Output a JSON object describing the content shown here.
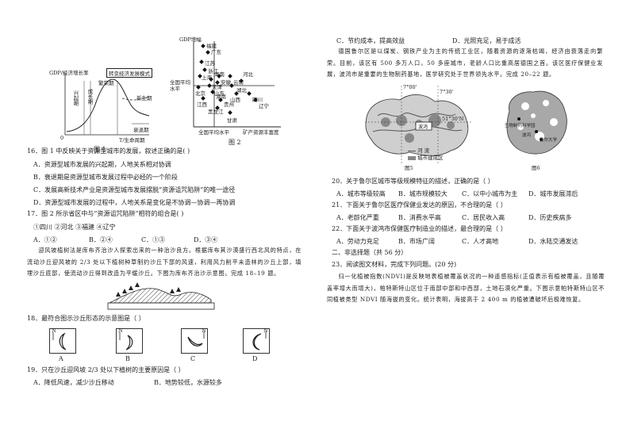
{
  "fig1": {
    "y_label": "GDP/经济增长率",
    "box_label": "转变经济发展模式",
    "stage_rise": "兴起期",
    "stage_grow": "成长期",
    "stage_peak": "繁荣期",
    "stage_new": "新生期",
    "stage_decline": "衰退期",
    "x_label": "T/生命周期",
    "origin": "0",
    "caption": "图 1"
  },
  "fig2": {
    "y_label": "GDP增幅",
    "x_avg": "全国平均水平",
    "x_label": "矿产资源丰富度",
    "y_avg": "全国平均水平",
    "provinces": [
      "福建",
      "广东",
      "江苏",
      "浙江",
      "上海",
      "天津",
      "北京",
      "山东",
      "海南",
      "安徽",
      "云南",
      "河北",
      "湖南",
      "江西",
      "辽宁",
      "四川",
      "贵州",
      "山西",
      "黑龙江",
      "湖北",
      "甘肃"
    ],
    "caption": "图 2"
  },
  "q16": {
    "stem": "16．图 1 中反映关于资源型城市的发展，叙述正确的是(      )",
    "A": "A．资源型城市发展的兴起期，人地关系相对协调",
    "B": "B．衰退期是资源型城市发展过程中必经的一个阶段",
    "C": "C．发展高新技术产业是资源型城市发展摆脱“资源诅咒陷阱”的唯一途径",
    "D": "D．资源型城市发展的过程中，人地关系是变化是不协调—协调—再协调"
  },
  "q17": {
    "stem": "17．图 2 所示省区中与“资源诅咒陷阱”相符的组合是(      )",
    "items": "①四川      ②河北      ③福建      ④辽宁",
    "A": "A．①②",
    "B": "B．②④",
    "C": "C．①③",
    "D": "D．③④"
  },
  "intro_dune": "迎风坡植树法是库布齐治沙人探索出来的一种治沙良方。根据库布其沙漠盛行西北风的特点，在流动沙丘迎风坡的 2/3 处以下植树种草制约沙丘下部的风速，利用风力削平未造林的沙丘上部，填埋沙丘底部，使流动沙丘得到改造为平缓沙丘。下图为库布齐治沙示意图。完成 18–19 题。",
  "q18": {
    "stem": "18．最符合图示沙丘形态的示意图是（      ）",
    "A": "A",
    "B": "B",
    "C": "C",
    "D": "D",
    "north": "N"
  },
  "q19": {
    "stem": "19．只在沙丘迎风坡 2/3 处以下植树的主要原因是（     ）",
    "A": "A．降低风速，减少沙丘移动",
    "B": "B．地势较低，水源较多"
  },
  "q19_cont": {
    "C": "C．节约成本，提高效益",
    "D": "D．光照充足，易于成活"
  },
  "intro_ruhr": "德国鲁尔区是以煤炭、钢铁产业为主的传统工业区，随着资源的逐渐枯竭，经济由衰落走向繁荣。目前，该区有 500 多万人口，50 多座城市，老龄人口比重高居德国之首。该区医疗保健业发展，波鸿市是重要的生物制药基地，医学研究处于世界领先水平。完成 20–22 题。",
  "fig5": {
    "lon1": "7°00'",
    "lon2": "7°30'",
    "lat": "51°30'N",
    "city": "波鸿",
    "legend_river": "河  流",
    "legend_city": "城市建成区",
    "caption": "图5"
  },
  "fig6": {
    "label1": "生物制药科学园",
    "label2": "波鸿",
    "label3": "鲁尔大学",
    "caption": "图6"
  },
  "q20": {
    "stem": "20．关于鲁尔区城市等级规模特征的描述，正确的是（      ）",
    "A": "A．城市等级较高",
    "B": "B．城市规模较大",
    "C": "C．以中小城市为主",
    "D": "D．城市发展滞后"
  },
  "q21": {
    "stem": "21．下面关于鲁尔区医疗保健业发达的原因，不合理的是（      ）",
    "A": "A．老龄化严重",
    "B": "B．消费水平高",
    "C": "C．居民收入高",
    "D": "D．历史疾病多"
  },
  "q22": {
    "stem": "22．下面关于波鸿市保健医疗制造业的描述，最合理的是（      ）",
    "A": "A．劳动力充足",
    "B": "B．市场广阔",
    "C": "C．人才高地",
    "D": "D．水陆交通发达"
  },
  "section2": "二、非选择题（共 56 分）",
  "q23": {
    "stem": "23．阅读图文材料，完成下列问题。(20 分)",
    "text": "归一化植被指数(NDVI)是反映地表植被覆盖状况的一种遥感指标(正值表示有植被覆盖，且随覆盖率增大而增大)，帕特斯特山区位于南部中部和中西部，土地石漠化严重。下图示意帕特斯特山区不同植被类型 NDVI 随海拔的变化。统计表明，海拔高于 2 400 m 的植被遭破坏后极难恢复。"
  }
}
